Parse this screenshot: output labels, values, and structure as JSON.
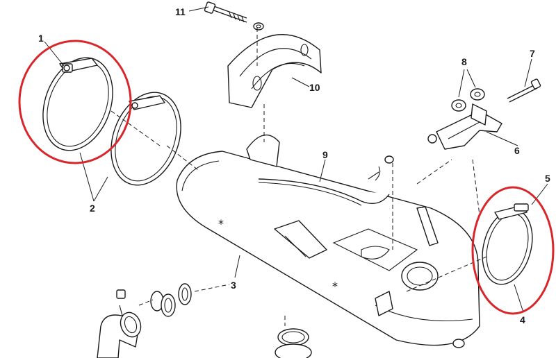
{
  "callouts": {
    "c1": "1",
    "c2": "2",
    "c3": "3",
    "c4": "4",
    "c5": "5",
    "c6": "6",
    "c7": "7",
    "c8": "8",
    "c9": "9",
    "c10": "10",
    "c11": "11"
  },
  "markers": {
    "star_a": "*",
    "star_b": "*"
  },
  "colors": {
    "highlight": "#d9262b",
    "line": "#1a1a1a",
    "background": "#ffffff"
  }
}
